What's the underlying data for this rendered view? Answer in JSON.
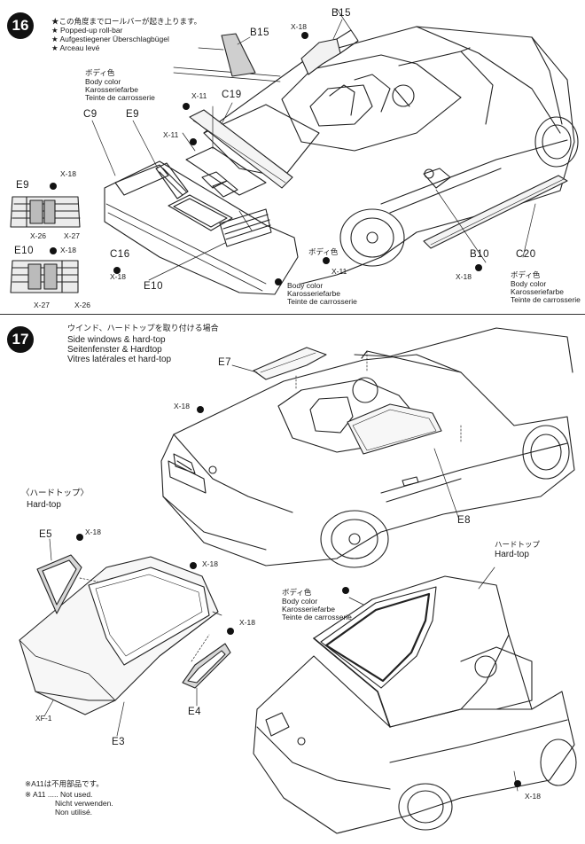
{
  "step16": {
    "number": "16",
    "notes": [
      "★この角度までロールバーが起き上ります。",
      "★ Popped-up roll-bar",
      "★ Aufgestiegener Überschlagbügel",
      "★ Arceau levé"
    ],
    "paint_left": [
      "ボディ色",
      "Body color",
      "Karosseriefarbe",
      "Teinte de carrosserie"
    ],
    "paint_bottom": [
      "ボディ色",
      "Body color",
      "Karosseriefarbe",
      "Teinte de carrosserie"
    ],
    "paint_right": [
      "ボディ色",
      "Body color",
      "Karosseriefarbe",
      "Teinte de carrosserie"
    ],
    "parts": {
      "b15_a": "B15",
      "b15_b": "B15",
      "c19": "C19",
      "c9": "C9",
      "e9_top": "E9",
      "e9": "E9",
      "e10": "E10",
      "e10_bottom": "E10",
      "c16": "C16",
      "b10": "B10",
      "c20": "C20"
    },
    "screws": {
      "x18_top": "X-18",
      "x11_a": "X-11",
      "x11_b": "X-11",
      "x18_e9": "X-18",
      "x26_e9": "X-26",
      "x27_e9": "X-27",
      "x18_e10": "X-18",
      "x27_e10": "X-27",
      "x26_e10": "X-26",
      "x18_c16": "X-18",
      "x11_c": "X-11",
      "x18_b10": "X-18"
    }
  },
  "step17": {
    "number": "17",
    "titles": [
      "ウインド、ハードトップを取り付ける場合",
      "Side windows & hard-top",
      "Seitenfenster & Hardtop",
      "Vitres latérales et hard-top"
    ],
    "hardtop_heading": [
      "〈ハードトップ〉",
      "Hard-top"
    ],
    "hardtop_label": [
      "ハードトップ",
      "Hard-top"
    ],
    "paint": [
      "ボディ色",
      "Body color",
      "Karosseriefarbe",
      "Teinte de carrosserie"
    ],
    "parts": {
      "e7": "E7",
      "e8": "E8",
      "e5": "E5",
      "e3": "E3",
      "e4": "E4",
      "xf1": "XF-1"
    },
    "screws": {
      "x18_e7": "X-18",
      "x18_e5": "X-18",
      "x18_ht": "X-18",
      "x18_e4": "X-18",
      "x18_br": "X-18"
    }
  },
  "footnote": [
    "※A11は不用部品です。",
    "※ A11 ..... Not used.",
    "Nicht verwenden.",
    "Non utilisé."
  ]
}
